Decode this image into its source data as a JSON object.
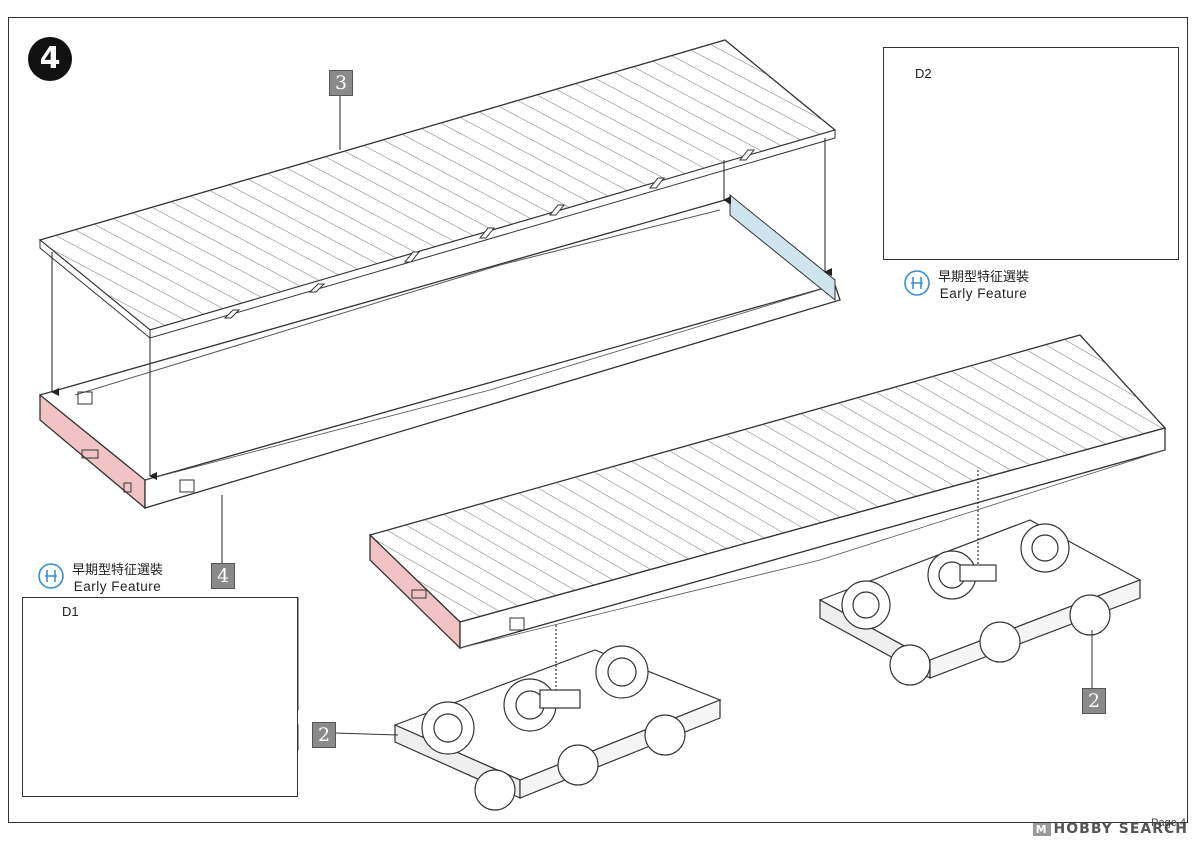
{
  "step": {
    "number": "4"
  },
  "parts": {
    "deck_top": "3",
    "deck_bottom": "4",
    "bogie_left": "2",
    "bogie_right": "2"
  },
  "inset_d2": {
    "label": "D2",
    "caption_cn": "早期型特征選裝",
    "caption_en": "Early Feature"
  },
  "inset_d1": {
    "label": "D1",
    "caption_cn": "早期型特征選裝",
    "caption_en": "Early Feature"
  },
  "footer": {
    "watermark_logo": "M",
    "watermark_text": "HOBBY SEARCH",
    "page_label": "Page 4"
  },
  "colors": {
    "highlight_pink": "#f2c3c5",
    "highlight_blue": "#bfe1ee",
    "line": "#333333"
  },
  "icons": [
    "early-feature-icon",
    "arrow-down-icon"
  ]
}
